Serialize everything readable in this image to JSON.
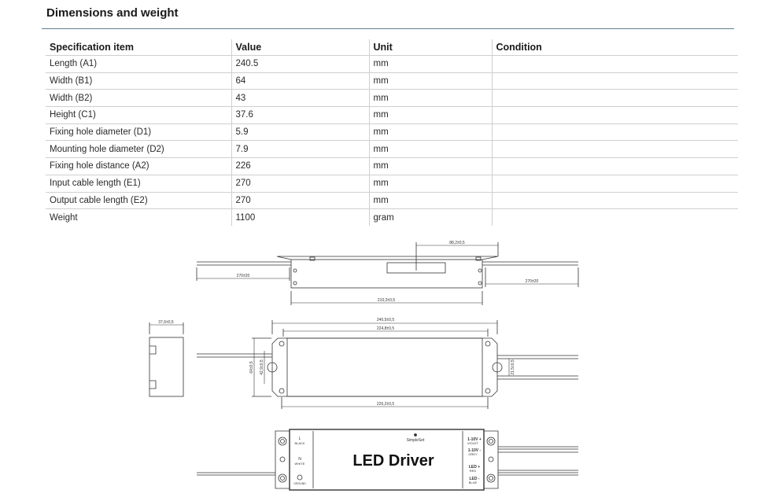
{
  "section": {
    "title": "Dimensions and weight"
  },
  "table": {
    "headers": [
      "Specification item",
      "Value",
      "Unit",
      "Condition"
    ],
    "rows": [
      [
        "Length (A1)",
        "240.5",
        "mm",
        ""
      ],
      [
        "Width (B1)",
        "64",
        "mm",
        ""
      ],
      [
        "Width (B2)",
        "43",
        "mm",
        ""
      ],
      [
        "Height (C1)",
        "37.6",
        "mm",
        ""
      ],
      [
        "Fixing hole diameter (D1)",
        "5.9",
        "mm",
        ""
      ],
      [
        "Mounting hole diameter (D2)",
        "7.9",
        "mm",
        ""
      ],
      [
        "Fixing hole distance (A2)",
        "226",
        "mm",
        ""
      ],
      [
        "Input cable length (E1)",
        "270",
        "mm",
        ""
      ],
      [
        "Output cable length (E2)",
        "270",
        "mm",
        ""
      ],
      [
        "Weight",
        "1100",
        "gram",
        ""
      ]
    ]
  },
  "drawing": {
    "side": {
      "dim_top": "88,2±0,5",
      "cable_left": "270±20",
      "cable_right": "270±20",
      "body": "210,2±0,5"
    },
    "front": {
      "height": "37,6±0,5"
    },
    "top": {
      "length": "240,5±0,5",
      "inner": "224,8±0,5",
      "holes": "226,2±0,5",
      "width": "64±0,5",
      "inner_width": "42,9±0,5",
      "small_width": "21,5±0,5"
    },
    "label": {
      "product": "LED Driver",
      "brand": "SimpleSet",
      "l": "L",
      "l_color": "BLACK",
      "n": "N",
      "n_color": "WHITE",
      "ground": "GROUND",
      "p1": "1-10V +",
      "p1_color": "VIOLET",
      "p2": "1-10V -",
      "p2_color": "GREY",
      "p3": "LED +",
      "p3_color": "RED",
      "p4": "LED -",
      "p4_color": "BLUE"
    }
  }
}
